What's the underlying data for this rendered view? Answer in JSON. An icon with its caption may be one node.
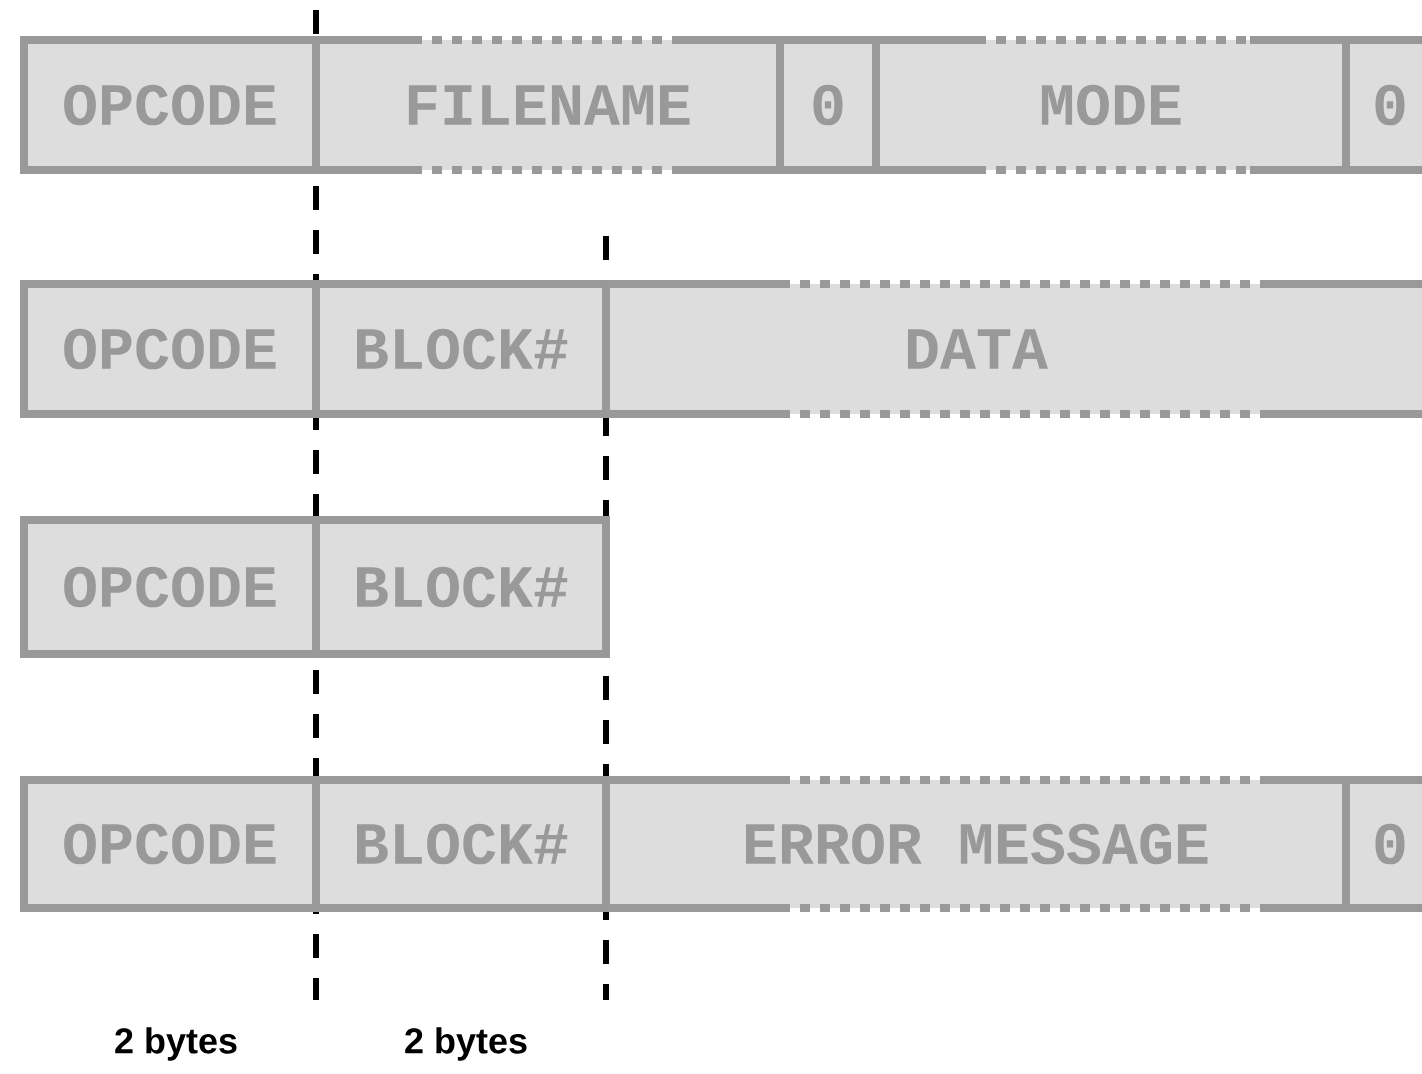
{
  "diagram": {
    "nodes": [
      {
        "text": [
          "OPCODE"
        ]
      },
      {
        "text": [
          "FILENAME"
        ]
      },
      {
        "text": [
          "0"
        ]
      },
      {
        "text": [
          "MODE"
        ]
      },
      {
        "text": [
          "0"
        ]
      },
      {
        "text": [
          "OPCODE"
        ]
      },
      {
        "text": [
          "BLOCK#"
        ]
      },
      {
        "text": [
          "DATA"
        ]
      },
      {
        "text": [
          "OPCODE"
        ]
      },
      {
        "text": [
          "BLOCK#"
        ]
      },
      {
        "text": [
          "OPCODE"
        ]
      },
      {
        "text": [
          "BLOCK#"
        ]
      },
      {
        "text": [
          "ERROR MESSAGE"
        ]
      },
      {
        "text": [
          "0"
        ]
      }
    ],
    "labels": [
      "2 bytes",
      "2 bytes"
    ]
  }
}
